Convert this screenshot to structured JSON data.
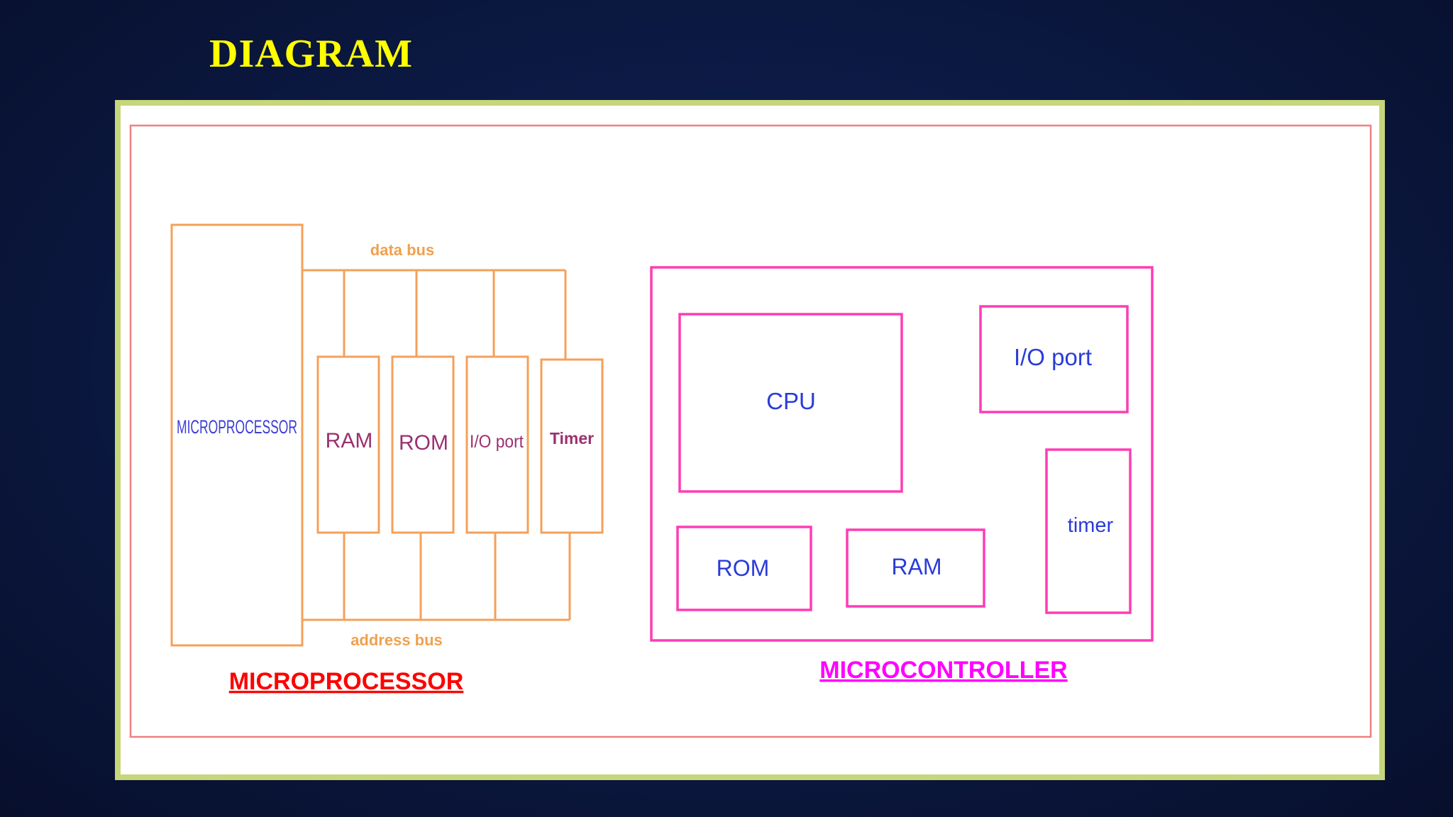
{
  "slide": {
    "title": "DIAGRAM"
  },
  "colors": {
    "title": "#ffff00",
    "frame_border": "#c6d67a",
    "inner_border": "#f08080",
    "mp_line": "#f5a05a",
    "mp_bus_text": "#f0a050",
    "mp_block_text": "#9b3070",
    "mp_main_text": "#3c3cd8",
    "mp_caption": "#ff0000",
    "mc_line": "#ff3cb4",
    "mc_text": "#2a3cd8",
    "mc_caption": "#ff00ff"
  },
  "microprocessor": {
    "main_label": "MICROPROCESSOR",
    "data_bus": "data bus",
    "address_bus": "address bus",
    "ram": "RAM",
    "rom": "ROM",
    "io": "I/O port",
    "timer": "Timer",
    "caption": "MICROPROCESSOR"
  },
  "microcontroller": {
    "cpu": "CPU",
    "io": "I/O port",
    "timer": "timer",
    "rom": "ROM",
    "ram": "RAM",
    "caption": "MICROCONTROLLER"
  }
}
